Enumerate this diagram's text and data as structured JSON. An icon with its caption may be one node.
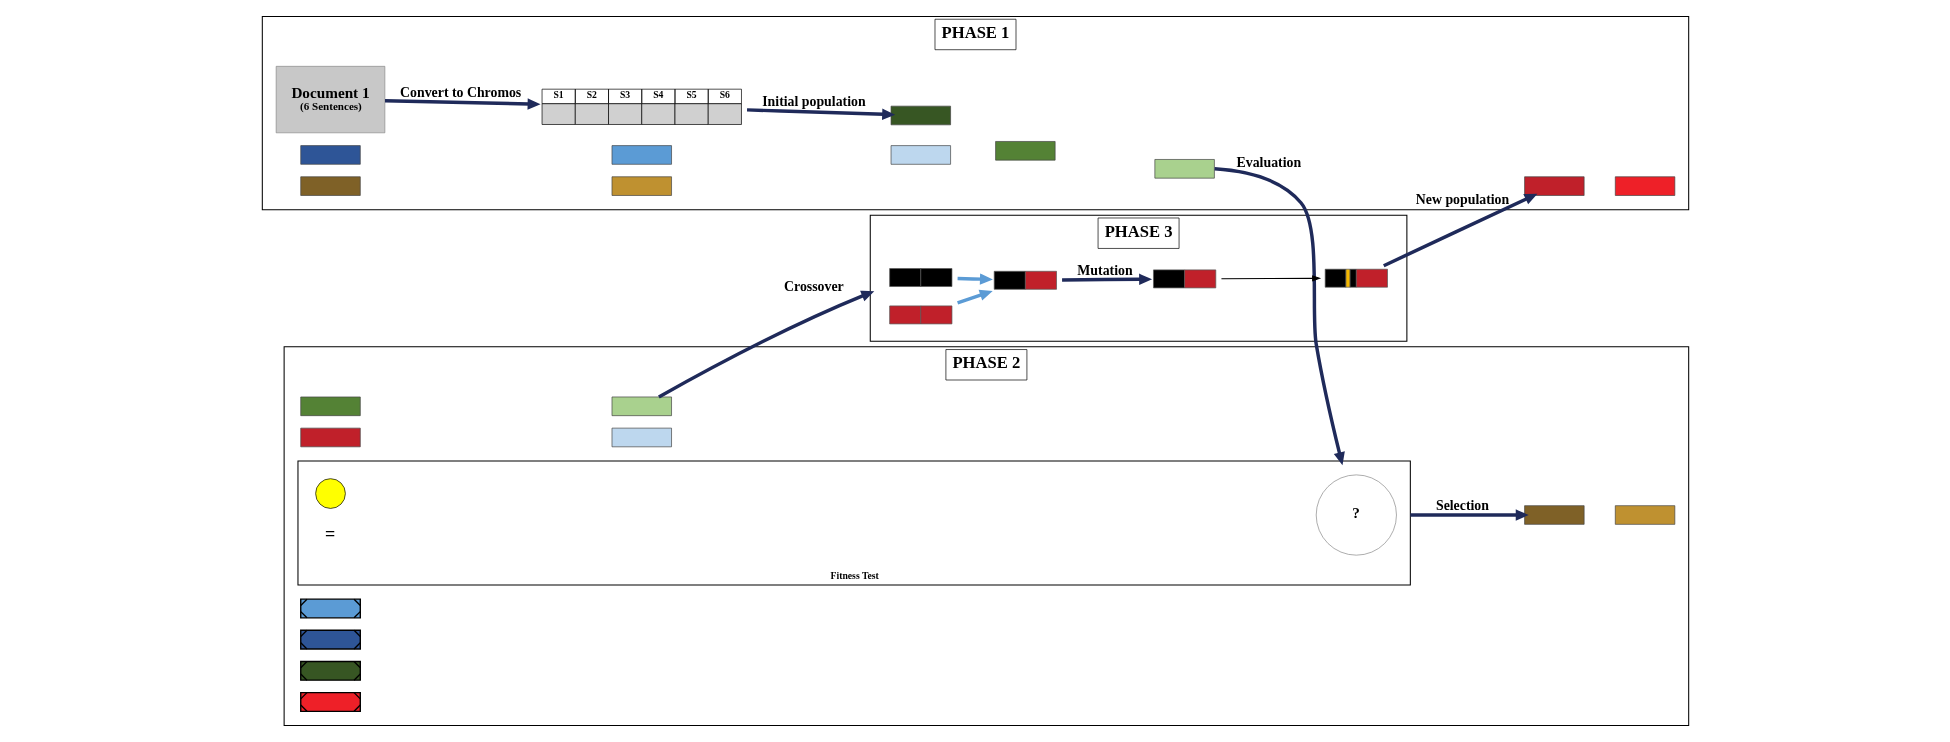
{
  "diagram": {
    "nodes": [
      {
        "text": [
          "PHASE 1"
        ]
      },
      {
        "text": [
          "Document 1",
          "(6 Sentences)"
        ],
        "in": 0
      },
      {
        "text": [
          "S1",
          "S2",
          "S3",
          "S4",
          "S5",
          "S6"
        ],
        "in": 0
      },
      {
        "text": [],
        "shape": "bar",
        "in": 0
      },
      {
        "text": [],
        "shape": "bar",
        "in": 0
      },
      {
        "text": [],
        "shape": "bar",
        "in": 0
      },
      {
        "text": [],
        "shape": "bar",
        "in": 0
      },
      {
        "text": [],
        "shape": "bar",
        "in": 0
      },
      {
        "text": [],
        "shape": "bar",
        "in": 0
      },
      {
        "text": [],
        "shape": "bar",
        "in": 0
      },
      {
        "text": [],
        "shape": "bar",
        "in": 0
      },
      {
        "text": [],
        "shape": "bar",
        "in": 0
      },
      {
        "text": [],
        "shape": "bar",
        "in": 0
      },
      {
        "text": [
          "PHASE 2"
        ]
      },
      {
        "text": [
          "Fitness Test"
        ],
        "in": 13
      },
      {
        "text": [
          "?"
        ],
        "in": 14
      },
      {
        "text": [],
        "shape": "circle",
        "in": 14
      },
      {
        "text": [],
        "shape": "bar",
        "in": 13
      },
      {
        "text": [],
        "shape": "bar",
        "in": 13
      },
      {
        "text": [],
        "shape": "bar",
        "in": 13
      },
      {
        "text": [],
        "shape": "bar",
        "in": 13
      },
      {
        "text": [],
        "shape": "bar",
        "in": 13
      },
      {
        "text": [],
        "shape": "bar",
        "in": 13
      },
      {
        "text": [],
        "shape": "bar",
        "in": 13
      },
      {
        "text": [],
        "shape": "bar",
        "in": 13
      },
      {
        "text": [],
        "shape": "bar",
        "in": 13
      },
      {
        "text": [],
        "shape": "bar",
        "in": 13
      },
      {
        "text": [
          "PHASE 3"
        ]
      },
      {
        "text": [],
        "shape": "bar",
        "in": 27
      },
      {
        "text": [],
        "shape": "bar",
        "in": 27
      },
      {
        "text": [],
        "shape": "bar",
        "in": 27
      },
      {
        "text": [],
        "shape": "bar",
        "in": 27
      },
      {
        "text": [],
        "shape": "bar",
        "in": 27
      }
    ],
    "edges": [
      {
        "from": 1,
        "to": 2,
        "arrow": "to",
        "label": "Convert to Chromos"
      },
      {
        "from": 2,
        "to": 8,
        "arrow": "to",
        "label": "Initial population"
      },
      {
        "from": 10,
        "to": 14,
        "arrow": "to",
        "label": "Evaluation"
      },
      {
        "from": 14,
        "to": 19,
        "arrow": "to",
        "label": "Selection"
      },
      {
        "from": 22,
        "to": 27,
        "arrow": "to",
        "label": "Crossover"
      },
      {
        "from": 28,
        "to": 30,
        "arrow": "to",
        "color": "#5b9bd5"
      },
      {
        "from": 29,
        "to": 30,
        "arrow": "to",
        "color": "#5b9bd5"
      },
      {
        "from": 30,
        "to": 31,
        "arrow": "to",
        "label": "Mutation"
      },
      {
        "from": 31,
        "to": 32,
        "arrow": "to",
        "color": "#000000"
      },
      {
        "from": 32,
        "to": 11,
        "arrow": "to",
        "label": "New population"
      }
    ],
    "labels": [
      "="
    ]
  }
}
